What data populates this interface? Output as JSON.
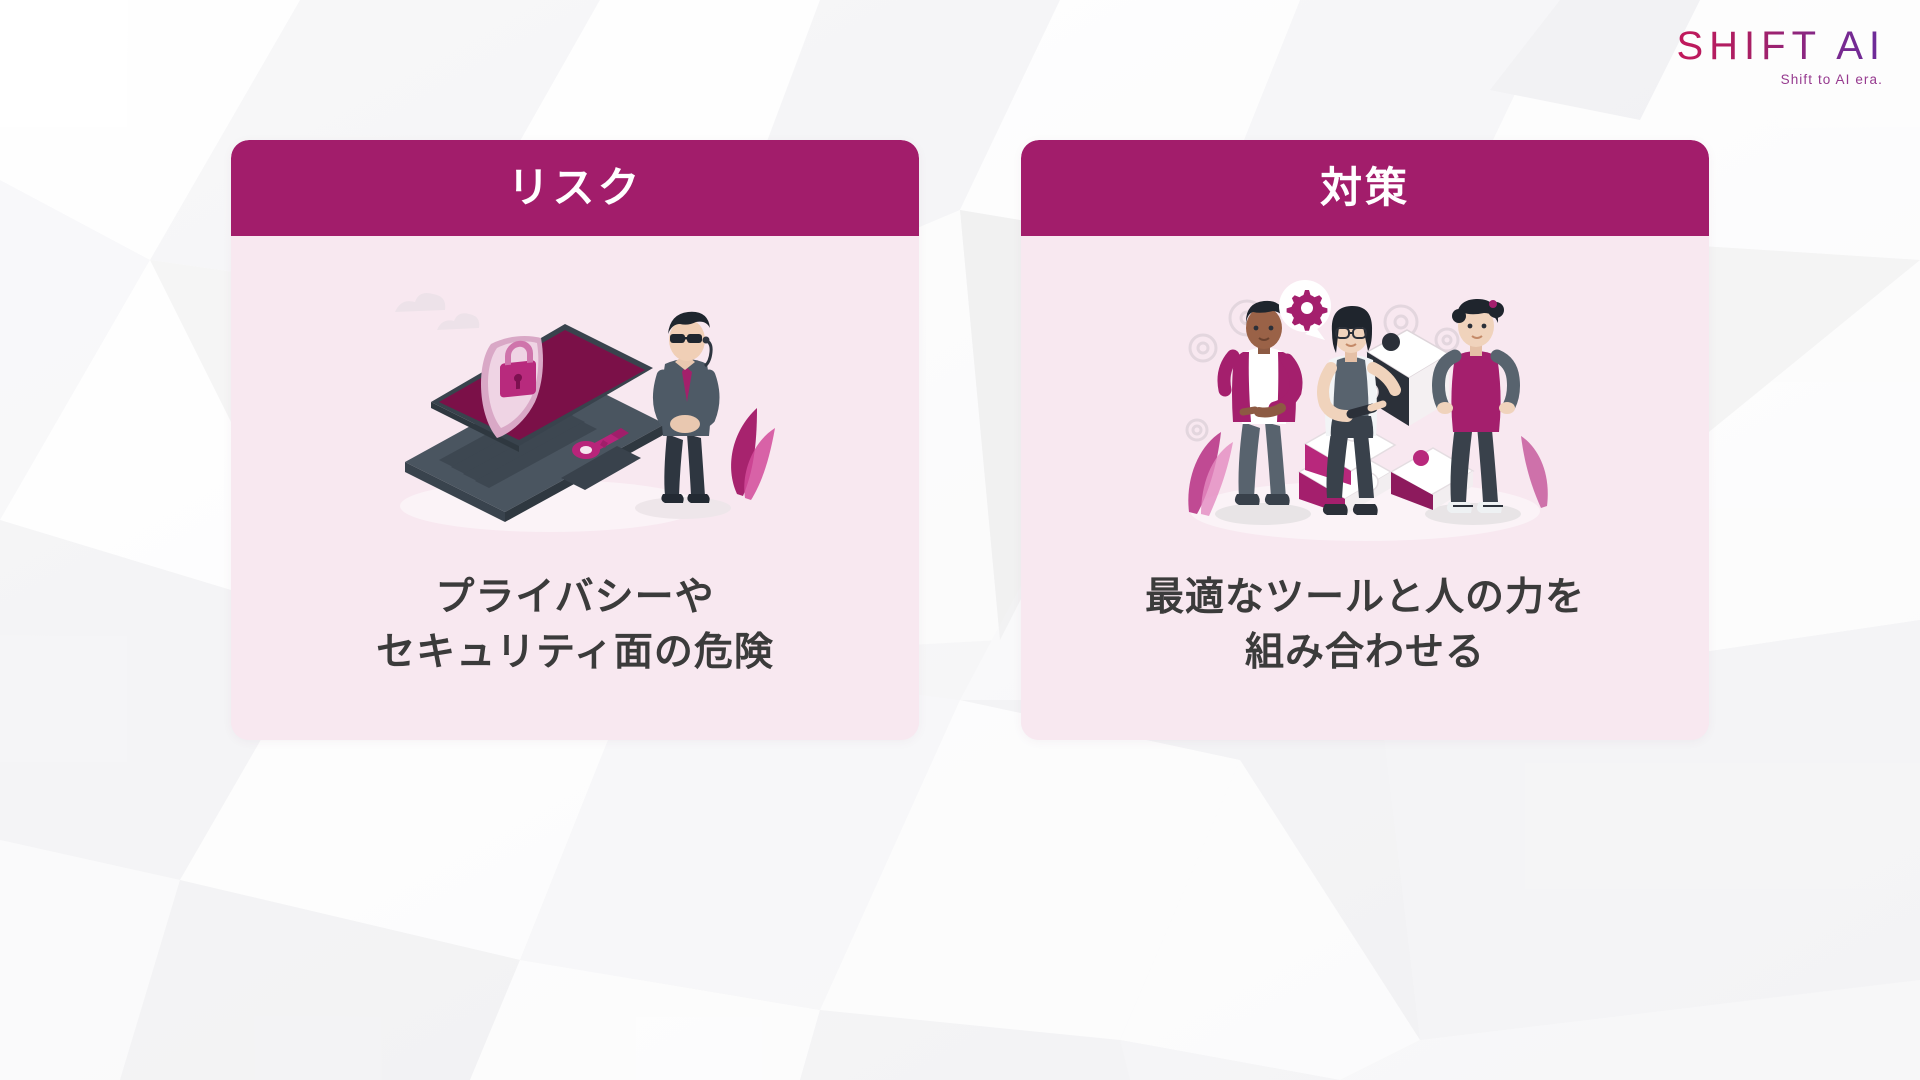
{
  "brand": {
    "logo_text": "SHIFT AI",
    "logo_tagline": "Shift to AI era.",
    "accent_magenta": "#A21D6B",
    "accent_pink_bg": "#F8E8F0",
    "logo_gradient_start": "#C2185B",
    "logo_gradient_end": "#6A2B9A",
    "text_dark": "#3B3B3B"
  },
  "cards": [
    {
      "id": "risk",
      "header": "リスク",
      "caption": "プライバシーや\nセキュリティ面の危険",
      "illustration": "laptop-shield-lock-security-guard-illustration",
      "illustration_parts": [
        "isometric-laptop",
        "shield-icon",
        "padlock-icon",
        "key-icon",
        "security-guard-figure",
        "cloud-icon"
      ]
    },
    {
      "id": "countermeasure",
      "header": "対策",
      "caption": "最適なツールと人の力を\n組み合わせる",
      "illustration": "team-puzzle-collaboration-illustration",
      "illustration_parts": [
        "person-pointing",
        "person-holding-puzzle-piece",
        "person-standing",
        "puzzle-pieces",
        "gear-icon",
        "speech-bubble-gear-icon"
      ]
    }
  ]
}
